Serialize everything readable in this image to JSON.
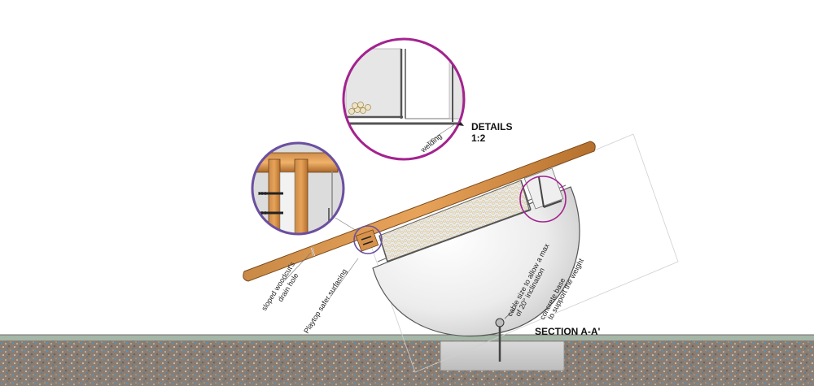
{
  "labels": {
    "details_title": "DETAILS",
    "details_scale": "1:2",
    "section": "SECTION A-A'",
    "welding": "welding",
    "drain_line1": "sloped woodcut's",
    "drain_line2": "drain hole",
    "surfacing": "Playtop safer surfacing",
    "cable_line1": "cable size to allow a max",
    "cable_line2": "of 20° inclination",
    "concrete_line1": "concrete base",
    "concrete_line2": "to support the weight"
  },
  "colors": {
    "wood_light": "#e8a35a",
    "wood_dark": "#b5702d",
    "steel_light": "#f4f4f4",
    "steel_dark": "#c9c9c9",
    "detail_magenta": "#a3238f",
    "detail_purple": "#6b4fa0",
    "ground": "#8a7e74",
    "concrete": "#cfcfcf",
    "pellets": "#efe3c4"
  },
  "icons": {
    "anchor": "cable-anchor-icon"
  }
}
